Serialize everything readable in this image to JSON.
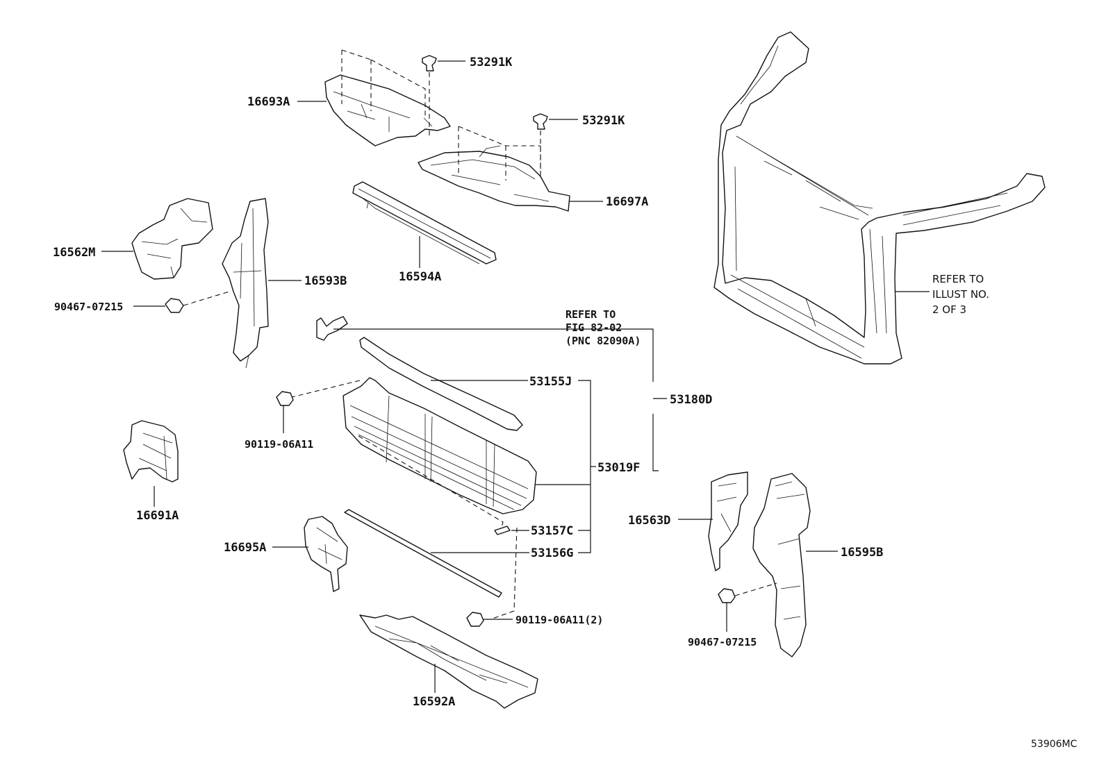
{
  "diagram_id": "53906MC",
  "labels": {
    "p53291k_top": "53291K",
    "p16693a": "16693A",
    "p53291k_mid": "53291K",
    "p16697a": "16697A",
    "p16562m": "16562M",
    "p16593b": "16593B",
    "p16594a": "16594A",
    "p90467_left": "90467-07215",
    "refer_fig_line1": "REFER TO",
    "refer_fig_line2": "FIG 82-02",
    "refer_fig_line3": "(PNC 82090A)",
    "p53155j": "53155J",
    "p53180d": "53180D",
    "p90119_upper": "90119-06A11",
    "p53019f": "53019F",
    "p16691a": "16691A",
    "p53157c": "53157C",
    "p16695a": "16695A",
    "p53156g": "53156G",
    "p90119_lower": "90119-06A11(2)",
    "p16592a": "16592A",
    "p16563d": "16563D",
    "p16595b": "16595B",
    "p90467_right": "90467-07215",
    "refer_illust_line1": "REFER TO",
    "refer_illust_line2": "ILLUST NO.",
    "refer_illust_line3": "2 OF 3"
  }
}
